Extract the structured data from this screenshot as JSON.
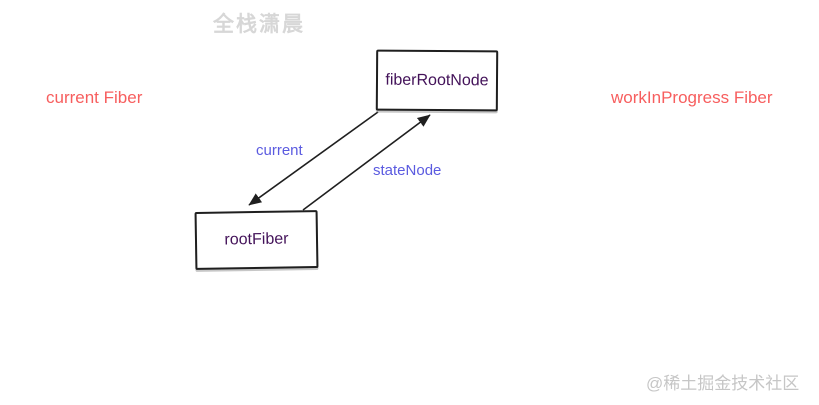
{
  "watermarks": {
    "top": "全栈潇晨",
    "bottom": "@稀土掘金技术社区"
  },
  "side_labels": {
    "left": "current Fiber",
    "right": "workInProgress Fiber"
  },
  "nodes": {
    "fiber_root_node": {
      "label": "fiberRootNode"
    },
    "root_fiber": {
      "label": "rootFiber"
    }
  },
  "edges": {
    "current": {
      "label": "current",
      "from": "fiberRootNode",
      "to": "rootFiber"
    },
    "state_node": {
      "label": "stateNode",
      "from": "rootFiber",
      "to": "fiberRootNode"
    }
  },
  "colors": {
    "accent_red": "#f75e5e",
    "accent_blue": "#5b5be0",
    "node_text": "#431259",
    "stroke": "#1f1f1f",
    "watermark": "#d0d0d0"
  }
}
